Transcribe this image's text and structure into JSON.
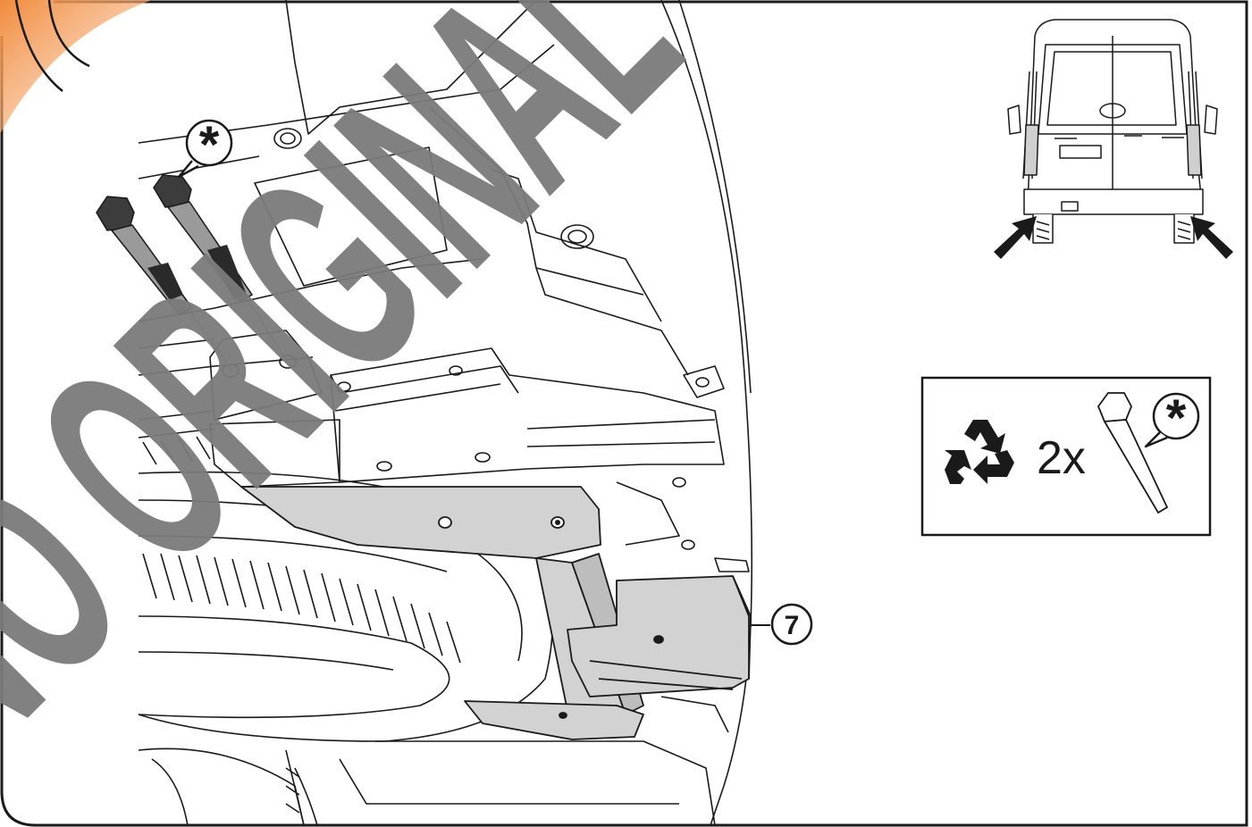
{
  "diagram": {
    "part_callout": {
      "number": "7"
    },
    "bolt_callout": {
      "mark": "*"
    },
    "inset_reuse": {
      "quantity": "2x",
      "mark": "*"
    },
    "watermark": {
      "text": "NO ORIGINAL"
    },
    "colors": {
      "line": "#1a1a1a",
      "bracket_fill": "#d2d2d2",
      "watermark": "#7a7a7a",
      "corner_accent": "#f08a3c",
      "guide_line": "#c8823c"
    }
  }
}
